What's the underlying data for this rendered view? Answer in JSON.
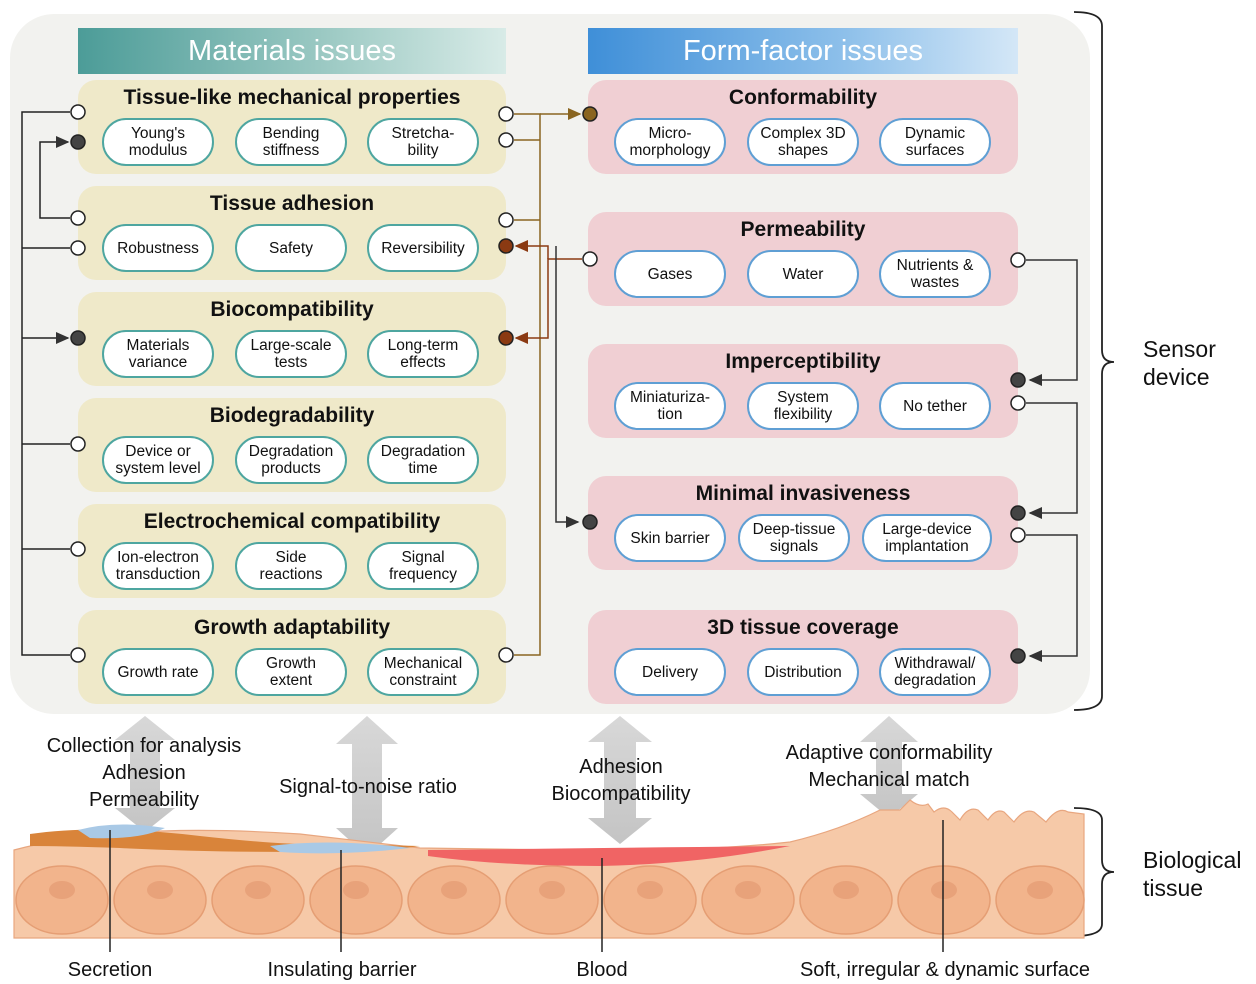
{
  "headers": {
    "materials": "Materials issues",
    "form_factor": "Form-factor issues"
  },
  "materials": [
    {
      "title": "Tissue-like mechanical properties",
      "items": [
        "Young's\nmodulus",
        "Bending\nstiffness",
        "Stretcha-\nbility"
      ]
    },
    {
      "title": "Tissue adhesion",
      "items": [
        "Robustness",
        "Safety",
        "Reversibility"
      ]
    },
    {
      "title": "Biocompatibility",
      "items": [
        "Materials\nvariance",
        "Large-scale\ntests",
        "Long-term\neffects"
      ]
    },
    {
      "title": "Biodegradability",
      "items": [
        "Device or\nsystem level",
        "Degradation\nproducts",
        "Degradation\ntime"
      ]
    },
    {
      "title": "Electrochemical compatibility",
      "items": [
        "Ion-electron\ntransduction",
        "Side\nreactions",
        "Signal\nfrequency"
      ]
    },
    {
      "title": "Growth adaptability",
      "items": [
        "Growth rate",
        "Growth\nextent",
        "Mechanical\nconstraint"
      ]
    }
  ],
  "form_factor": [
    {
      "title": "Conformability",
      "items": [
        "Micro-\nmorphology",
        "Complex 3D\nshapes",
        "Dynamic\nsurfaces"
      ]
    },
    {
      "title": "Permeability",
      "items": [
        "Gases",
        "Water",
        "Nutrients &\nwastes"
      ]
    },
    {
      "title": "Imperceptibility",
      "items": [
        "Miniaturiza-\ntion",
        "System\nflexibility",
        "No tether"
      ]
    },
    {
      "title": "Minimal invasiveness",
      "items": [
        "Skin barrier",
        "Deep-tissue\nsignals",
        "Large-device\nimplantation"
      ]
    },
    {
      "title": "3D tissue coverage",
      "items": [
        "Delivery",
        "Distribution",
        "Withdrawal/\ndegradation"
      ]
    }
  ],
  "interface_labels": {
    "left": "Collection for analysis\nAdhesion\nPermeability",
    "mid_left": "Signal-to-noise ratio",
    "mid_right": "Adhesion\nBiocompatibility",
    "right": "Adaptive conformability\nMechanical match"
  },
  "tissue_labels": {
    "secretion": "Secretion",
    "insulating": "Insulating barrier",
    "blood": "Blood",
    "surface": "Soft, irregular & dynamic surface"
  },
  "bracket_labels": {
    "sensor": "Sensor\ndevice",
    "tissue": "Biological\ntissue"
  },
  "colors": {
    "materials_card": "#efe9c9",
    "form_card": "#f0cfd3",
    "teal": "#4c9c98",
    "blue": "#3f8fd8",
    "connector": "#8a6520",
    "connector_dark": "#8b3a12"
  }
}
